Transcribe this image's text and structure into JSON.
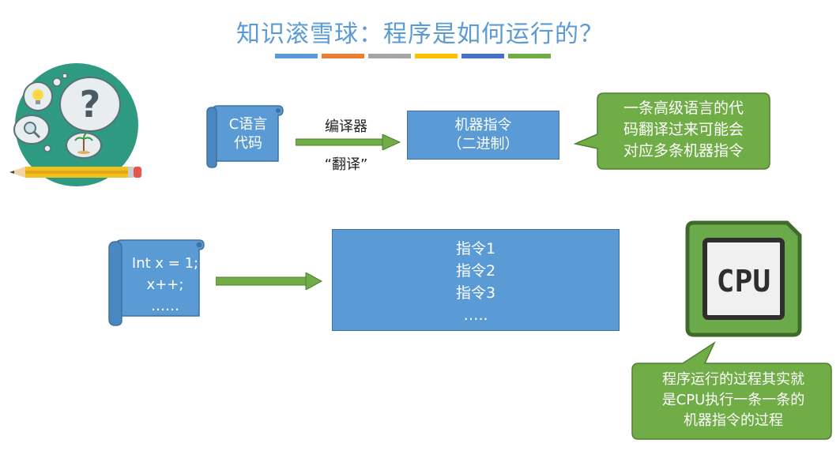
{
  "title": "知识滚雪球：程序是如何运行的？",
  "accent_bars": [
    "#5b9bd5",
    "#ed7d31",
    "#a5a5a5",
    "#ffc000",
    "#4472c4",
    "#70ad47"
  ],
  "colors": {
    "box_blue": "#5b9bd5",
    "bubble_green": "#70ad47",
    "arrow_green": "#70ad47"
  },
  "top_row": {
    "source_scroll": {
      "line1": "C语言",
      "line2": "代码"
    },
    "arrow_label_top": "编译器",
    "arrow_label_bottom": "“翻译”",
    "machine_box": {
      "line1": "机器指令",
      "line2": "（二进制）"
    },
    "callout": {
      "line1": "一条高级语言的代",
      "line2": "码翻译过来可能会",
      "line3": "对应多条机器指令"
    }
  },
  "bottom_row": {
    "code_scroll": {
      "line1": "Int x = 1;",
      "line2": "x++;",
      "line3": "……"
    },
    "instructions": [
      "指令1",
      "指令2",
      "指令3",
      "….."
    ],
    "cpu_label": "CPU",
    "callout": {
      "line1": "程序运行的过程其实就",
      "line2": "是CPU执行一条一条的",
      "line3": "机器指令的过程"
    }
  },
  "icons": [
    "thinking-head-icon",
    "lightbulb-icon",
    "question-mark-icon",
    "magnifier-icon",
    "palm-tree-icon",
    "pencil-icon",
    "cpu-chip-icon"
  ]
}
